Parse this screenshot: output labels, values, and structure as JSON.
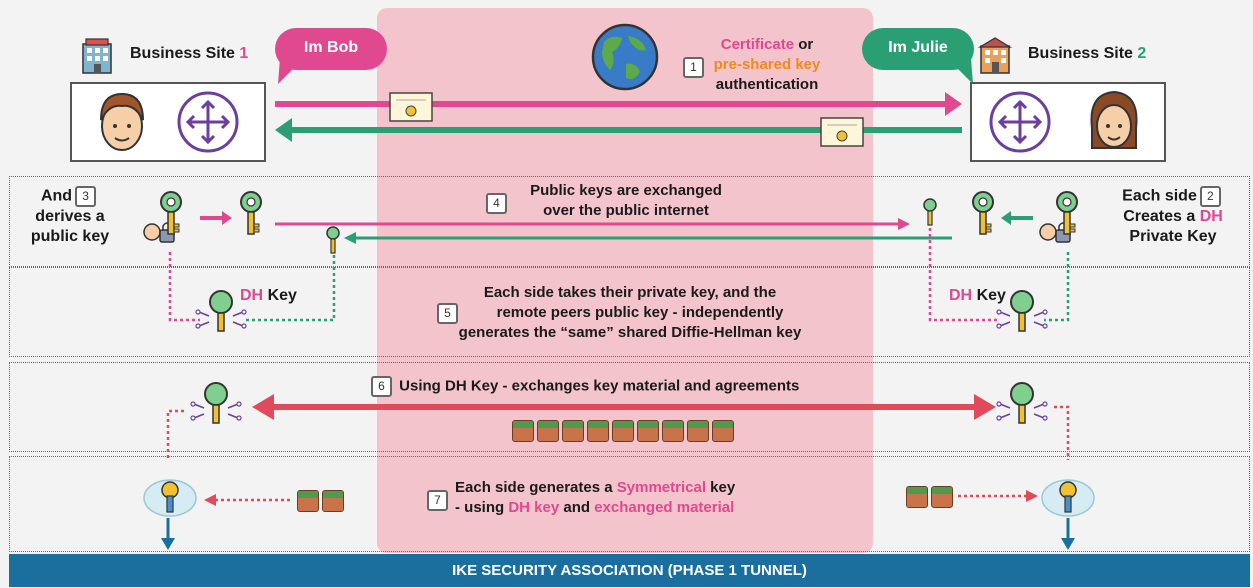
{
  "site1": {
    "label": "Business Site",
    "num": "1"
  },
  "site2": {
    "label": "Business Site",
    "num": "2"
  },
  "bob_bubble": "Im Bob",
  "julie_bubble": "Im Julie",
  "step1": {
    "num": "1",
    "a": "Certificate",
    "b": "or",
    "c": "pre-shared key",
    "d": "authentication"
  },
  "step2": {
    "num": "2",
    "a": "Each side",
    "b": "Creates a",
    "c": "DH",
    "d": "Private Key"
  },
  "step3": {
    "a": "And",
    "num": "3",
    "b": "derives a",
    "c": "public key"
  },
  "step4": {
    "num": "4",
    "a": "Public keys are exchanged",
    "b": "over the public internet"
  },
  "step5": {
    "num": "5",
    "a": "Each side takes their private key, and the",
    "b": "remote peers public key - independently",
    "c": "generates the “same” shared Diffie-Hellman key"
  },
  "dh_key": {
    "dh": "DH",
    "key": "Key"
  },
  "step6": {
    "num": "6",
    "text": "Using DH Key - exchanges key material and agreements"
  },
  "step7": {
    "num": "7",
    "a1": "Each side generates a",
    "a2": "Symmetrical",
    "a3": "key",
    "b1": "- using",
    "b2": "DH key",
    "b3": "and",
    "b4": "exchanged material"
  },
  "footer": "IKE SECURITY ASSOCIATION (PHASE 1 TUNNEL)",
  "colors": {
    "pink": "#e0488f",
    "green": "#2a9f74",
    "red": "#e04a5a",
    "blue": "#1a6f9e",
    "band": "#f4c4cc"
  }
}
